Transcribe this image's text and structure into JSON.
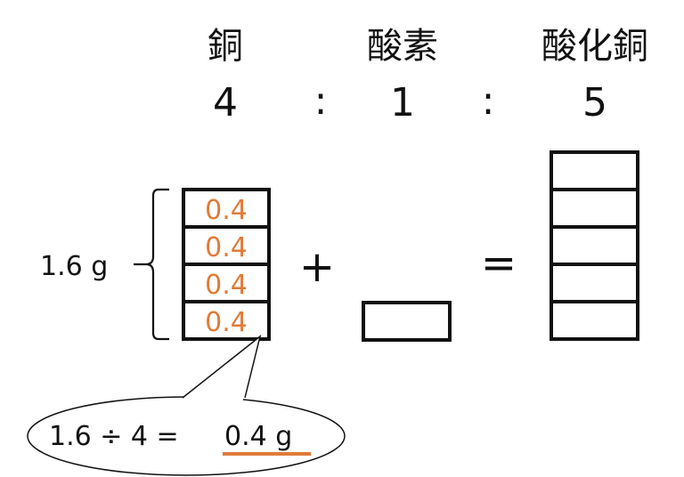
{
  "headers": [
    "銅",
    "酸素",
    "酸化銅"
  ],
  "ratio": {
    "copper": "4",
    "sep1": ":",
    "oxygen": "1",
    "sep2": ":",
    "copper_oxide": "5"
  },
  "copper_mass_label": "1.6 g",
  "copper_cells": [
    "0.4",
    "0.4",
    "0.4",
    "0.4"
  ],
  "operators": {
    "plus": "+",
    "equals": "="
  },
  "callout": {
    "expression": "1.6 ÷ 4 = ",
    "result": "0.4 g"
  },
  "colors": {
    "accent": "#e07b39",
    "ink": "#111111"
  }
}
